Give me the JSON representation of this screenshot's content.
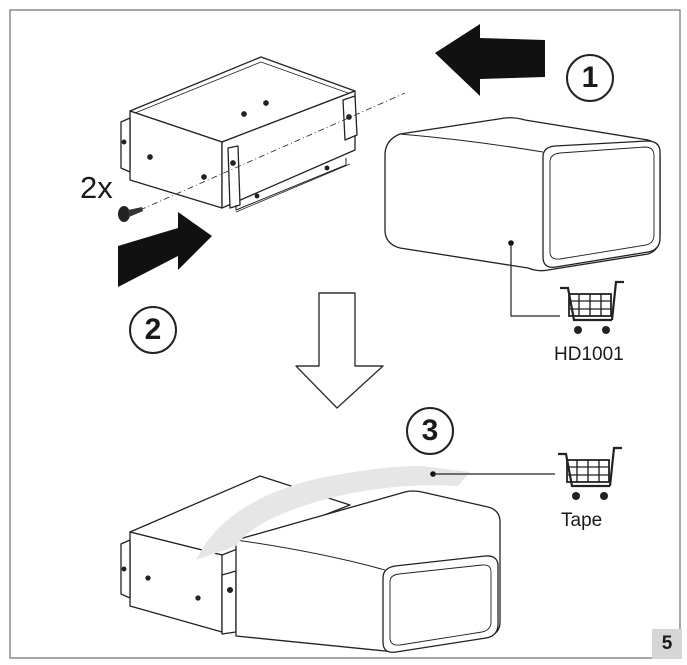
{
  "steps": {
    "one": "1",
    "two": "2",
    "three": "3"
  },
  "screw_quantity": "2x",
  "parts": {
    "duct_code": "HD1001",
    "tape_label": "Tape"
  },
  "page_number": "5",
  "icons": {
    "arrow_left": "solid-arrow-left-icon",
    "arrow_right": "solid-arrow-right-icon",
    "arrow_down": "outline-arrow-down-icon",
    "cart": "shopping-cart-icon",
    "screw": "screw-icon"
  },
  "colors": {
    "line": "#1a1a1a",
    "tape": "#e6e6e6",
    "badge": "#d6d6d6"
  }
}
